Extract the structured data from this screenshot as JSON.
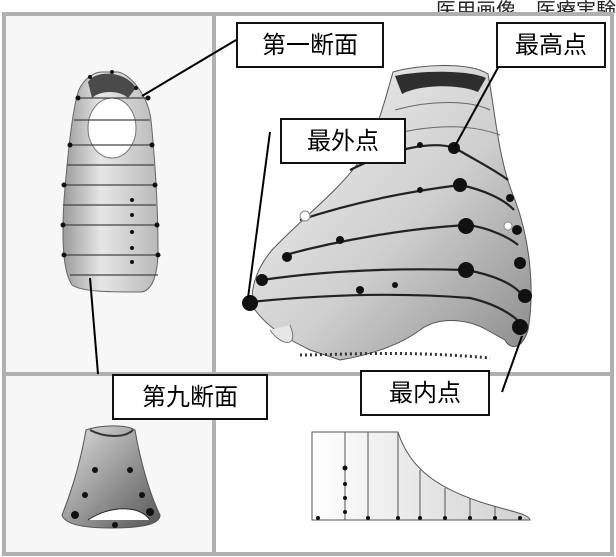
{
  "header_text": "医用画像…医療実験",
  "labels": {
    "first_section": "第一断面",
    "highest_point": "最高点",
    "outermost_point": "最外点",
    "ninth_section": "第九断面",
    "innermost_point": "最内点"
  },
  "colors": {
    "panel_frame": "#b8b8b8",
    "panel_bg": "#f2f2f2",
    "model_light": "#e8e8e8",
    "model_dark": "#3a3a3a",
    "marker": "#111111"
  }
}
